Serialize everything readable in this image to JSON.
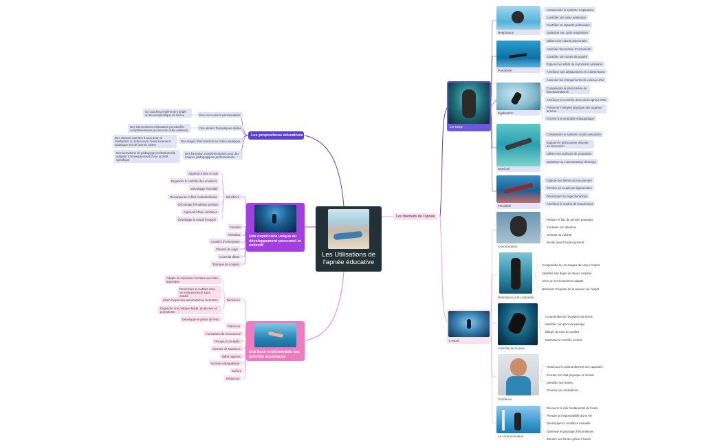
{
  "central": {
    "title": "Les Utilisations de l'apnée éducative"
  },
  "main_branches": {
    "propositions": "Les propositions éducatives",
    "experience": "Une expérience unique au développement personnel et collectif",
    "base": "Une base fondamentale aux activités aquatiques",
    "bienfaits": "Les bienfaits de l'apnée"
  },
  "propositions": {
    "items": [
      "Des cours privés personnalisés",
      "Des ateliers thématiques dédiés",
      "Des stages d'introduction au milieu aquatique",
      "Des formation complémentaires pour des équipes pédagogiques professionnels"
    ],
    "details": [
      "Un coaching entièrement dédié au besoinspécifique de l'élève",
      "Des interventions d'éducation ponctuelles complémentaires au sens de clubs existants",
      "Des classes ouvertes à tous pour se familiariser ou redécouvrir l'environnement aquatique sur de bonnes bases",
      "Des formations de pédagogie professionnelle adaptée à l'enseignement d'une activité spécifique"
    ]
  },
  "experience": {
    "benefices_label": "Bénéfices",
    "benefices": [
      "Apprend à faire le vide",
      "Engendre le contrôle des émotions",
      "Développe l'humilité",
      "Récompense l'effort instantanément",
      "Encourage l'émulation positive",
      "Apprend à faire confiance",
      "Développe le travail d'équipe"
    ],
    "publics": [
      "Familles",
      "Retraites",
      "Comités d'entreprises",
      "Classes de yoga",
      "Cures de détox",
      "Thérapie de couples"
    ]
  },
  "base": {
    "benefices_label": "Bénéfices",
    "benefices": [
      "Adapte la respiration humaine au milieu aquatique",
      "Remémore la mobilité dans un environnement sans gravité",
      "Libert l'esprit des automatismes terrestres",
      "Engendre une pratique fluide, productive et polyvalente",
      "Développe le plaisir de l'eau"
    ],
    "publics": [
      "Palmeurs",
      "Formations de Secourisme",
      "Plongeurs bouteille",
      "Classes de Natations",
      "Bébé nageurs",
      "Hockey subaquatique",
      "Surfers",
      "Réduction"
    ]
  },
  "corp": {
    "label": "Le corp",
    "sections": [
      {
        "caption": "Respiration",
        "items": [
          "Comprendre le système respiratoire",
          "Contrôler ses voies aériennes",
          "Contrôler sa capacité pulmonaire",
          "Optimiser son cycle respiratoire"
        ]
      },
      {
        "caption": "Portabilité",
        "items": [
          "Utiliser son volume pulmonaire",
          "Assimiler la poussée d'Archimède",
          "Contrôler son centre de gravité",
          "Explorer les effets de la pression ambiante",
          "Améliorer son déplacement en 3 dimensions"
        ]
      },
      {
        "caption": "Égalisation",
        "items": [
          "Assimiler les changements de volumes d'air",
          "Comprendre le phénomène de barotraumatisme",
          "Améliorer le Contrôle direct de la sphère ORL",
          "Préserver l'intégrité physique des organes aériens",
          "S'ouvrir à la verticalité subaquatique"
        ]
      },
      {
        "caption": "Motricité",
        "items": [
          "Comprendre le système cardio-vasculaire",
          "Explorer le phénomène d'inertie en immersion",
          "Utiliser ses surfaces de propulsion",
          "Optimiser sa consommation d'énergie"
        ]
      },
      {
        "caption": "Flexibilité",
        "items": [
          "Explorer les limites du mouvement",
          "Étendre sa souplesse ligamentaire",
          "Développer sa cage thoracique",
          "Améliorer le confort de mouvement"
        ]
      }
    ]
  },
  "esprit": {
    "label": "L'esprit",
    "sections": [
      {
        "caption": "Concentration",
        "items": [
          "Réduire le flux de pensée parasites",
          "Focaliser son attention",
          "Orienter sa volonté",
          "Rester dans l'instant présent"
        ]
      },
      {
        "caption": "Résistance à la contrainte",
        "items": [
          "Comprendre les messages du corp a l'esprit",
          "Identifier son degré de stress corporel",
          "Créer un environnement adapté",
          "Minimiser l'impacte de la douleur sur l'esprit"
        ]
      },
      {
        "caption": "Contrôle de la peur",
        "items": [
          "Comprendre de l'évolution du stress",
          "Identifier son point de panique",
          "Élargir sa zone de confort",
          "Maintenir le contrôle mental"
        ]
      },
      {
        "caption": "Confiance",
        "items": [
          "Redécouvrir continuellement ses capacités",
          "Écouter son état physique et mental",
          "Identifier ses limites",
          "Orienter ses motivations"
        ]
      },
      {
        "caption": "La communication",
        "items": [
          "Découvrir le rôle fondamental de l'autre",
          "Prendre la responsabilité d'une vie",
          "Développer la confiance mutuelle",
          "Optimiser le passage d'informations",
          "Étendre ses limites grâce à l'autre"
        ]
      }
    ]
  },
  "colors": {
    "propositions": "#5b3fd6",
    "experience": "#a13fe0",
    "base": "#f07cc0",
    "bienfaits": "#f6dfe9",
    "corp": "#6a5ad8",
    "esprit": "#e9c6d8"
  }
}
